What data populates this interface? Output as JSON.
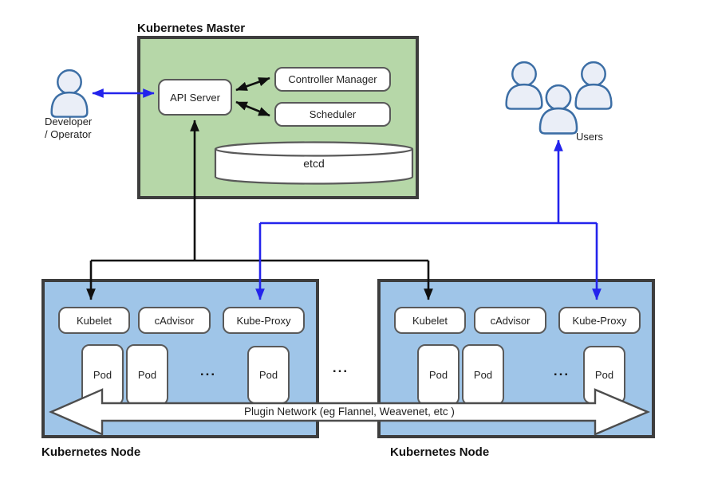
{
  "master": {
    "title": "Kubernetes Master",
    "api_server": "API Server",
    "controller_manager": "Controller Manager",
    "scheduler": "Scheduler",
    "etcd": "etcd"
  },
  "actors": {
    "developer_line1": "Developer",
    "developer_line2": "/ Operator",
    "users": "Users"
  },
  "nodes": [
    {
      "title": "Kubernetes Node",
      "kubelet": "Kubelet",
      "cadvisor": "cAdvisor",
      "kube_proxy": "Kube-Proxy",
      "pods": [
        "Pod",
        "Pod",
        "Pod"
      ],
      "pods_ellipsis": "..."
    },
    {
      "title": "Kubernetes Node",
      "kubelet": "Kubelet",
      "cadvisor": "cAdvisor",
      "kube_proxy": "Kube-Proxy",
      "pods": [
        "Pod",
        "Pod",
        "Pod"
      ],
      "pods_ellipsis": "..."
    }
  ],
  "nodes_gap_ellipsis": "...",
  "plugin_network_label": "Plugin Network (eg Flannel, Weavenet, etc )",
  "colors": {
    "master_fill": "#b6d7a8",
    "node_fill": "#9fc5e8",
    "outer_border": "#3d3d3d",
    "box_border": "#595959",
    "arrow_black": "#0f0f0f",
    "arrow_blue": "#2323ec",
    "person_fill": "#eaeef7",
    "person_stroke": "#3c6ea5",
    "text": "#1f1f1f"
  }
}
